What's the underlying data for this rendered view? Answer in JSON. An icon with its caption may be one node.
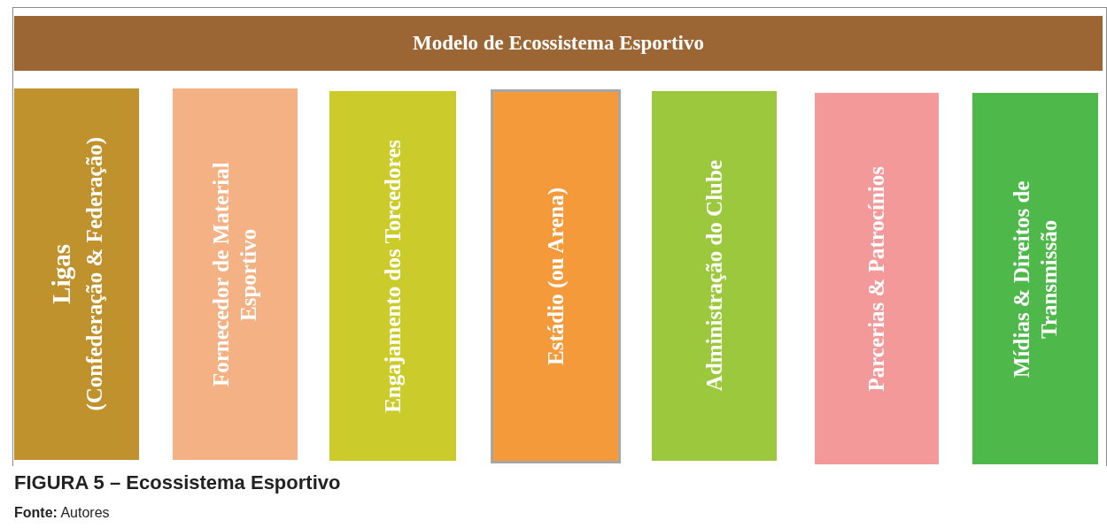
{
  "diagram": {
    "caption": "FIGURA 5 – Ecossistema Esportivo",
    "nodes": [
      {
        "text": [
          "Modelo de Ecossistema Esportivo"
        ]
      },
      {
        "text": [
          "Ligas",
          "(Confederação & Federação)"
        ]
      },
      {
        "text": [
          "Fornecedor de Material Esportivo"
        ]
      },
      {
        "text": [
          "Engajamento dos Torcedores"
        ]
      },
      {
        "text": [
          "Estádio (ou Arena)"
        ]
      },
      {
        "text": [
          "Administração do Clube"
        ]
      },
      {
        "text": [
          "Parcerias & Patrocínios"
        ]
      },
      {
        "text": [
          "Mídias & Direitos de Transmissão"
        ]
      }
    ],
    "labels": [
      "**Fonte:** Autores"
    ]
  }
}
